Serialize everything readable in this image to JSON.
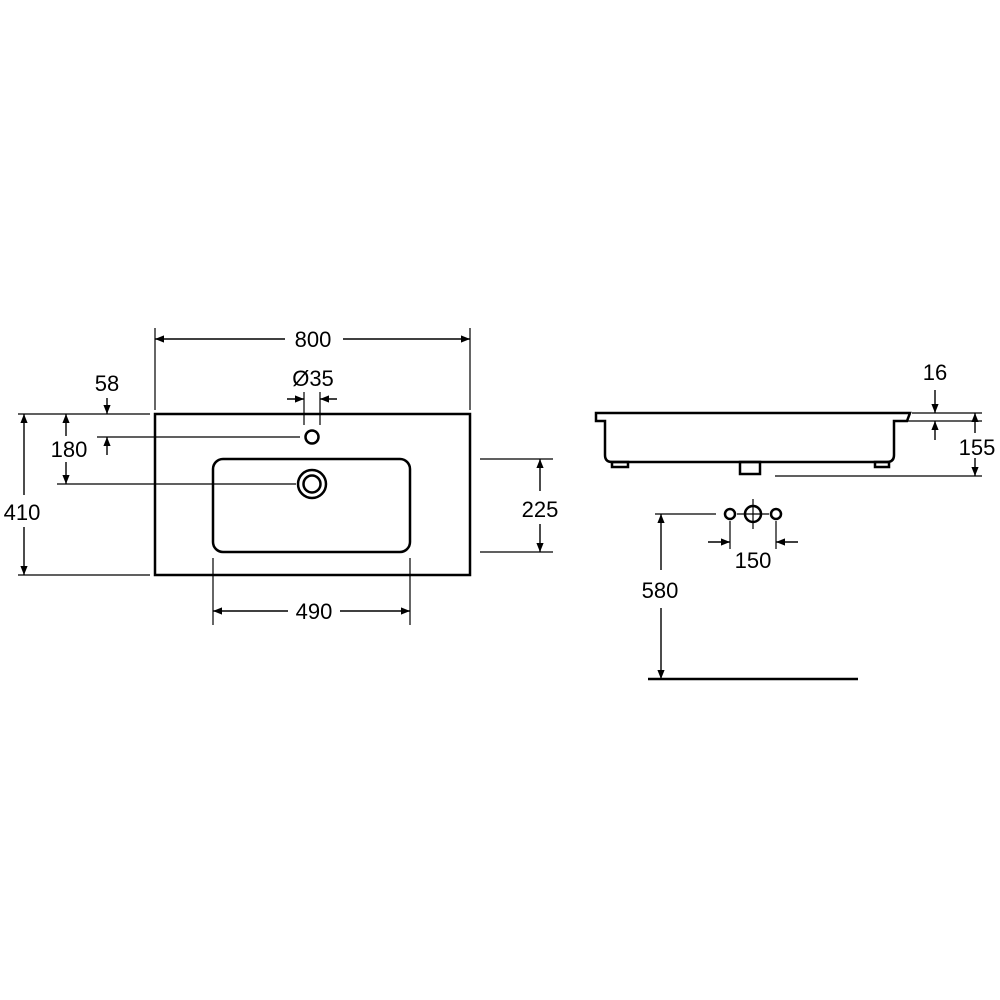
{
  "dimensions": {
    "total_width": "800",
    "tap_hole_offset": "58",
    "tap_hole_diameter": "Ø35",
    "drain_position": "180",
    "total_depth": "410",
    "bowl_depth": "225",
    "bowl_width": "490",
    "rim_thickness": "16",
    "basin_height": "155",
    "installation_height": "580",
    "tap_spacing": "150"
  }
}
